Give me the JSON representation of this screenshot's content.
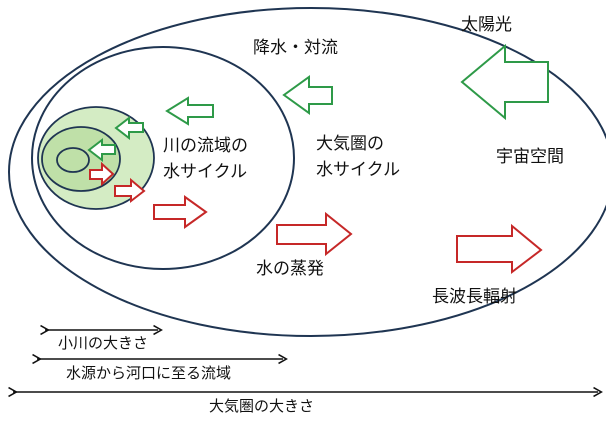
{
  "labels": {
    "sunlight": "太陽光",
    "precipitation_advection": "降水・対流",
    "space": "宇宙空間",
    "river_cycle_line1": "川の流域の",
    "river_cycle_line2": "水サイクル",
    "atmos_cycle_line1": "大気圏の",
    "atmos_cycle_line2": "水サイクル",
    "evaporation": "水の蒸発",
    "longwave_radiation": "長波長輻射"
  },
  "scale": {
    "stream_size": "小川の大きさ",
    "source_to_mouth": "水源から河口に至る流域",
    "atmosphere_size": "大気圏の大きさ"
  },
  "colors": {
    "ellipse_stroke": "#1f3552",
    "inner_fill": "#d4ecc4",
    "innermost_fill": "#bfe0a8",
    "green_arrow": "#2e9a48",
    "red_arrow": "#c62828"
  }
}
